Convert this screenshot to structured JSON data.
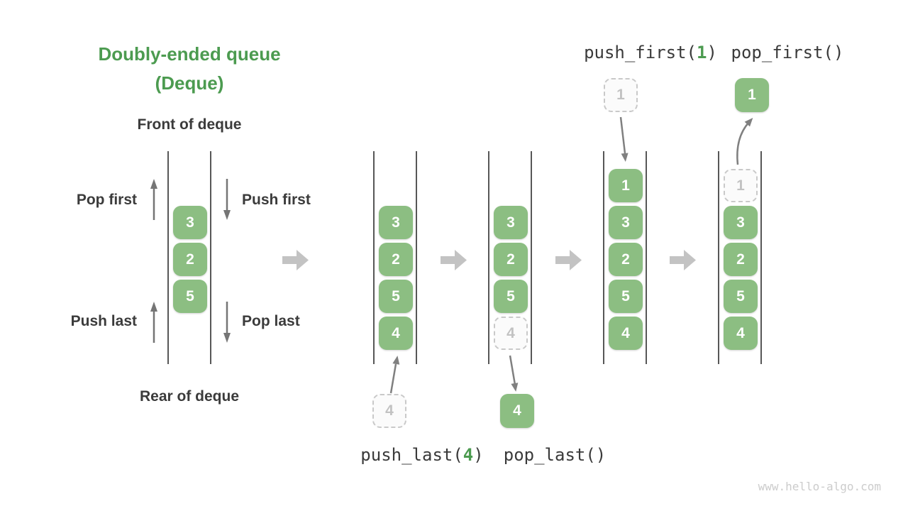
{
  "title": {
    "line1": "Doubly-ended queue",
    "line2": "(Deque)"
  },
  "labels": {
    "front": "Front of deque",
    "rear": "Rear of deque",
    "pop_first": "Pop first",
    "push_first": "Push first",
    "push_last": "Push last",
    "pop_last": "Pop last"
  },
  "operations": {
    "push_first": {
      "prefix": "push_first(",
      "arg": "1",
      "suffix": ")"
    },
    "pop_first": {
      "label": "pop_first()"
    },
    "push_last": {
      "prefix": "push_last(",
      "arg": "4",
      "suffix": ")"
    },
    "pop_last": {
      "label": "pop_last()"
    }
  },
  "queues": {
    "q1": {
      "cells": [
        "3",
        "2",
        "5"
      ]
    },
    "q2": {
      "cells": [
        "3",
        "2",
        "5",
        "4"
      ]
    },
    "q3": {
      "cells": [
        "3",
        "2",
        "5"
      ],
      "ghost": "4"
    },
    "q4": {
      "cells": [
        "1",
        "3",
        "2",
        "5",
        "4"
      ]
    },
    "q5": {
      "cells": [
        "3",
        "2",
        "5",
        "4"
      ],
      "ghost": "1"
    }
  },
  "floating": {
    "push_last_in": "4",
    "pop_last_out": "4",
    "push_first_in": "1",
    "pop_first_out": "1"
  },
  "watermark": "www.hello-algo.com",
  "colors": {
    "accent_green": "#4c9b50",
    "cell_green": "#8cbe82",
    "dark_text": "#3b3b3b",
    "channel_line": "#575757",
    "small_arrow": "#757575",
    "flow_arrow": "#c3c3c3",
    "ghost_border": "#c9c9c9",
    "ghost_text": "#c2c2c2",
    "watermark": "#cccccc"
  },
  "icons": {
    "flow": "block-arrow-right",
    "op_up": "arrow-up",
    "op_down": "arrow-down",
    "transfer": "slanted-arrow",
    "pop_out": "curved-arrow-up"
  }
}
